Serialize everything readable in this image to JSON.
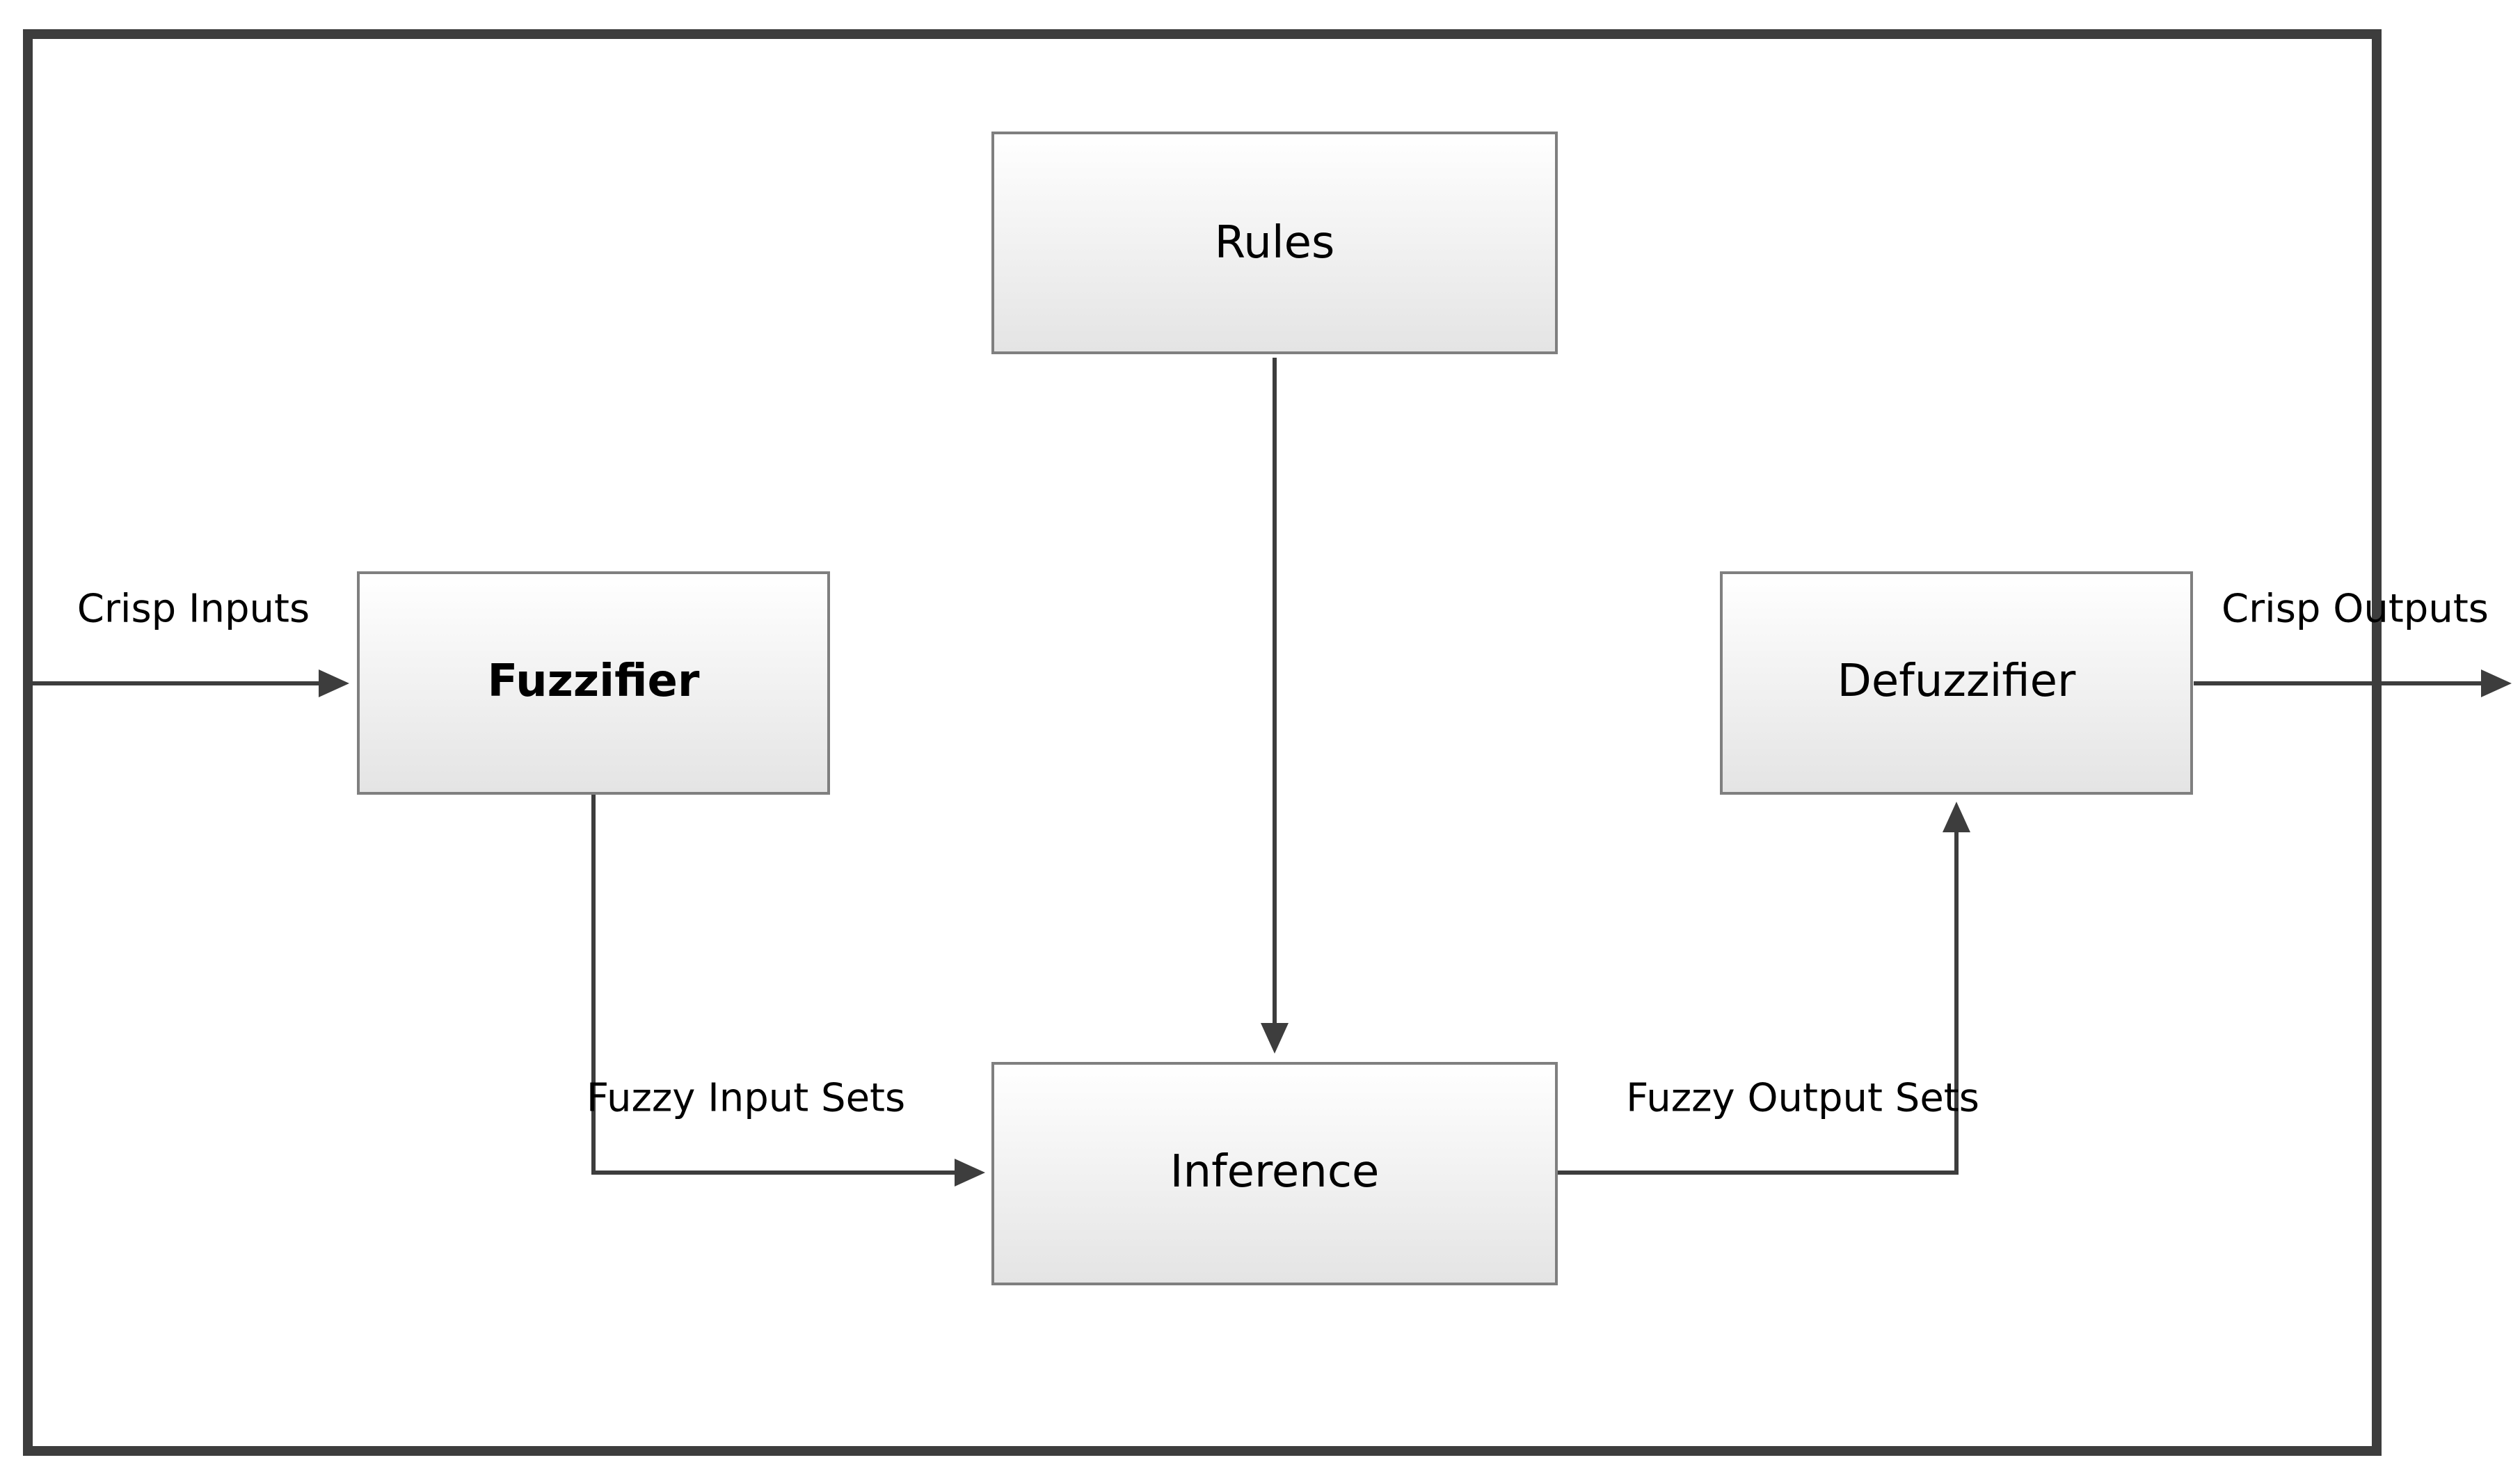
{
  "diagram": {
    "nodes": {
      "rules": "Rules",
      "fuzzifier": "Fuzzifier",
      "inference": "Inference",
      "defuzzifier": "Defuzzifier"
    },
    "edges": {
      "crisp_inputs": "Crisp Inputs",
      "fuzzy_input_sets": "Fuzzy Input Sets",
      "fuzzy_output_sets": "Fuzzy Output Sets",
      "crisp_outputs": "Crisp Outputs"
    }
  },
  "colors": {
    "frame": "#3d3d3d",
    "node_border": "#7f7f7f",
    "node_fill_top": "#ffffff",
    "node_fill_bottom": "#e4e4e4",
    "edge": "#3d3d3d"
  }
}
